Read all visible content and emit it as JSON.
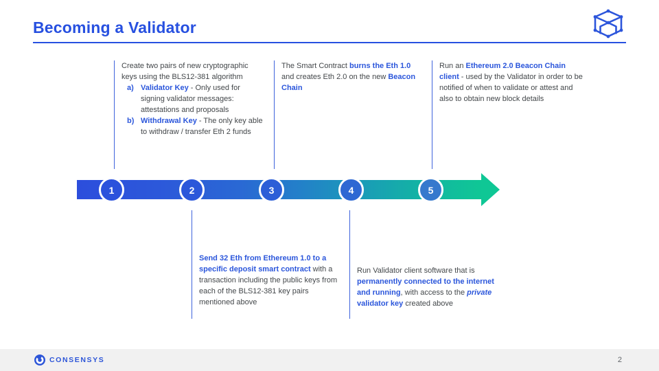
{
  "title": "Becoming a Validator",
  "header_icon": "blockchain-cube-icon",
  "timeline": {
    "direction": "left-to-right",
    "gradient_start": "#2C4EDC",
    "gradient_end": "#0FC795"
  },
  "steps": [
    {
      "number": "1",
      "position": "top",
      "intro": "Create two pairs of new cryptographic keys using the BLS12-381 algorithm",
      "list": [
        {
          "label": "a)",
          "term": "Validator Key",
          "desc": " - Only used for signing validator messages: attestations and proposals"
        },
        {
          "label": "b)",
          "term": "Withdrawal Key",
          "desc": " - The only key able to withdraw / transfer Eth 2 funds"
        }
      ]
    },
    {
      "number": "2",
      "position": "bottom",
      "segments": [
        {
          "text": "Send 32 Eth from Ethereum 1.0 to a specific deposit smart contract",
          "style": "bold"
        },
        {
          "text": " with a transaction including the public keys from each of the BLS12-381 key pairs mentioned above",
          "style": "normal"
        }
      ]
    },
    {
      "number": "3",
      "position": "top",
      "segments": [
        {
          "text": "The Smart Contract ",
          "style": "normal"
        },
        {
          "text": "burns the Eth 1.0",
          "style": "bold"
        },
        {
          "text": " and creates Eth 2.0 on the new ",
          "style": "normal"
        },
        {
          "text": "Beacon Chain",
          "style": "bold"
        }
      ]
    },
    {
      "number": "4",
      "position": "bottom",
      "segments": [
        {
          "text": "Run Validator client software that is ",
          "style": "normal"
        },
        {
          "text": "permanently connected to the internet and running",
          "style": "bold"
        },
        {
          "text": ", with access to the ",
          "style": "normal"
        },
        {
          "text": "private",
          "style": "bold-italic"
        },
        {
          "text": " ",
          "style": "normal"
        },
        {
          "text": "validator key",
          "style": "bold"
        },
        {
          "text": " created above",
          "style": "normal"
        }
      ]
    },
    {
      "number": "5",
      "position": "top",
      "segments": [
        {
          "text": "Run an ",
          "style": "normal"
        },
        {
          "text": "Ethereum 2.0 Beacon Chain client",
          "style": "bold"
        },
        {
          "text": " - used by the Validator in order to be notified of when to validate or attest and also to obtain new block details",
          "style": "normal"
        }
      ]
    }
  ],
  "footer": {
    "brand": "CONSENSYS",
    "page_number": "2"
  },
  "colors": {
    "title_blue": "#2750E0",
    "accent_blue": "#2B56DB",
    "body_gray": "#43474A",
    "footer_bg": "#F1F1F1",
    "timeline_blue": "#2C4EDC",
    "timeline_green": "#0FC795"
  }
}
